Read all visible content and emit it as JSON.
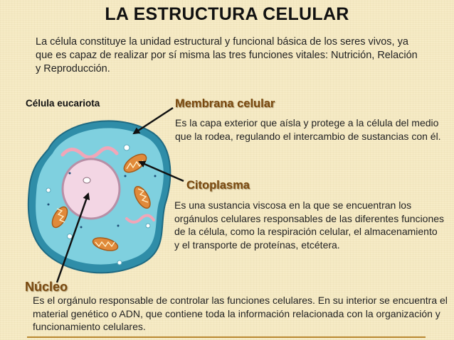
{
  "title": "LA ESTRUCTURA CELULAR",
  "intro": "La célula constituye la unidad estructural y funcional básica de los seres vivos, ya que es capaz de realizar por sí misma las tres funciones vitales: Nutrición, Relación y Reproducción.",
  "cell_label": "Célula eucariota",
  "sections": {
    "membrana": {
      "heading": "Membrana celular",
      "text": "Es la capa exterior que aísla y protege a la célula del medio que la rodea, regulando el intercambio de sustancias con él."
    },
    "citoplasma": {
      "heading": "Citoplasma",
      "text": "Es una sustancia viscosa en la que se encuentran los orgánulos celulares responsables de las diferentes funciones de la célula, como la respiración celular, el almacenamiento y el transporte de proteínas, etcétera."
    },
    "nucleo": {
      "heading": "Núcleo",
      "text": "Es el orgánulo responsable de controlar las funciones celulares. En su interior se encuentra el material genético o ADN, que contiene toda la información relacionada con la organización y funcionamiento celulares."
    }
  },
  "colors": {
    "background": "#f6ebc6",
    "heading": "#7a4a10",
    "membrane": "#2f8da8",
    "cytoplasm": "#7fd0df",
    "nucleus": "#f3d6e4",
    "mitochondria": "#e08a3a",
    "reticulum": "#f1a6b8"
  }
}
